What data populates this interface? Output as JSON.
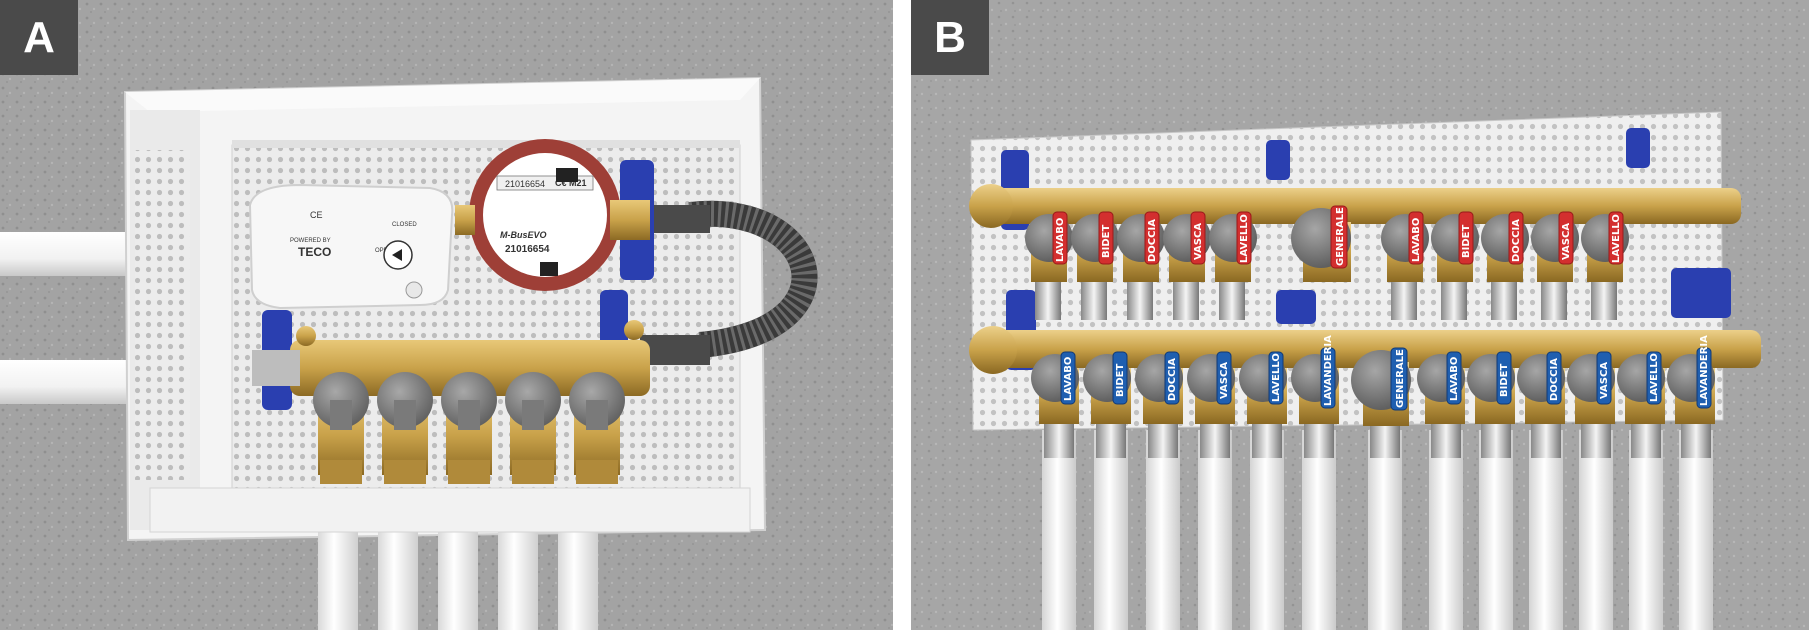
{
  "panels": [
    {
      "label": "A"
    },
    {
      "label": "B"
    }
  ],
  "device_texts": {
    "brand": "TECO",
    "powered_by": "POWERED BY",
    "closed": "CLOSED",
    "open": "OPEN",
    "ce": "CE",
    "meter_model": "M-BusEVO",
    "meter_serial": "21016654",
    "meter_code": "21016654",
    "marking": "C€ M21"
  },
  "valves_top": [
    "LAVABO",
    "BIDET",
    "DOCCIA",
    "VASCA",
    "LAVELLO",
    "GENERALE",
    "LAVABO",
    "BIDET",
    "DOCCIA",
    "VASCA",
    "LAVELLO"
  ],
  "valves_bottom": [
    "LAVABO",
    "BIDET",
    "DOCCIA",
    "VASCA",
    "LAVELLO",
    "LAVANDERIA",
    "GENERALE",
    "LAVABO",
    "BIDET",
    "DOCCIA",
    "VASCA",
    "LAVELLO",
    "LAVANDERIA"
  ],
  "colors": {
    "hot_label": "#d32f2f",
    "cold_label": "#1f5fb0",
    "brass": "#c9a24a",
    "clip_blue": "#2a3fb0",
    "wall": "#9a9a9a",
    "badge_bg": "#4a4a4a"
  }
}
